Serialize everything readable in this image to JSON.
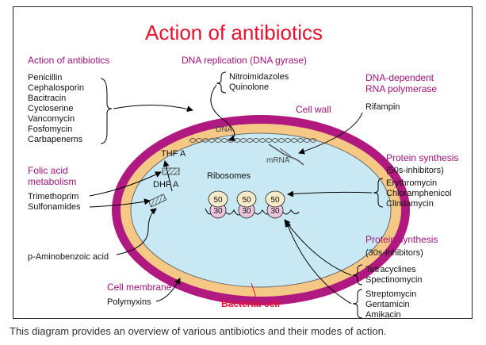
{
  "title": "Action of antibiotics",
  "caption": "This diagram provides an overview of various antibiotics and their modes of action.",
  "cell": {
    "dna_label": "DNA",
    "mrna_label": "mRNA",
    "ribosomes_label": "Ribosomes",
    "thf_label": "THF A",
    "dhf_label": "DHF A",
    "cell_wall_label": "Cell wall",
    "bacterial_cell_label": "Bacterial cell",
    "ribosome_units": [
      {
        "large": "50",
        "small": "30"
      },
      {
        "large": "50",
        "small": "30"
      },
      {
        "large": "50",
        "small": "30"
      }
    ]
  },
  "groups": {
    "cell_wall_drugs": {
      "heading": "Action of antibiotics",
      "drugs": [
        "Penicillin",
        "Cephalosporin",
        "Bacitracin",
        "Cycloserine",
        "Vancomycin",
        "Fosfomycin",
        "Carbapenems"
      ]
    },
    "dna_replication": {
      "heading": "DNA replication (DNA gyrase)",
      "drugs": [
        "Nitroimidazoles",
        "Quinolone"
      ]
    },
    "rna_polymerase": {
      "heading_line1": "DNA-dependent",
      "heading_line2": "RNA polymerase",
      "drugs": [
        "Rifampin"
      ]
    },
    "folic_acid": {
      "heading_line1": "Folic acid",
      "heading_line2": "metabolism",
      "drugs": [
        "Trimethoprim",
        "Sulfonamides"
      ],
      "extra": "p-Aminobenzoic acid"
    },
    "protein_50s": {
      "heading": "Protein synthesis",
      "subheading": "(50s-inhibitors)",
      "drugs": [
        "Erythromycin",
        "Chloramphenicol",
        "Clindamycin"
      ]
    },
    "protein_30s": {
      "heading": "Protein synthesis",
      "subheading": "(30s-inhibitors)",
      "drugs_a": [
        "Tetracyclines",
        "Spectinomycin"
      ],
      "drugs_b": [
        "Streptomycin",
        "Gentamicin",
        "Amikacin"
      ]
    },
    "cell_membrane": {
      "heading": "Cell membrane",
      "drugs": [
        "Polymyxins"
      ]
    }
  },
  "colors": {
    "title": "#e8112d",
    "heading": "#a0127a",
    "outer_wall": "#b0197f",
    "middle_layer": "#f5c985",
    "cytoplasm": "#c8e9f4",
    "ribosome_small": "#ecc5dc",
    "ribosome_large": "#f6ebc8",
    "text": "#111111"
  }
}
